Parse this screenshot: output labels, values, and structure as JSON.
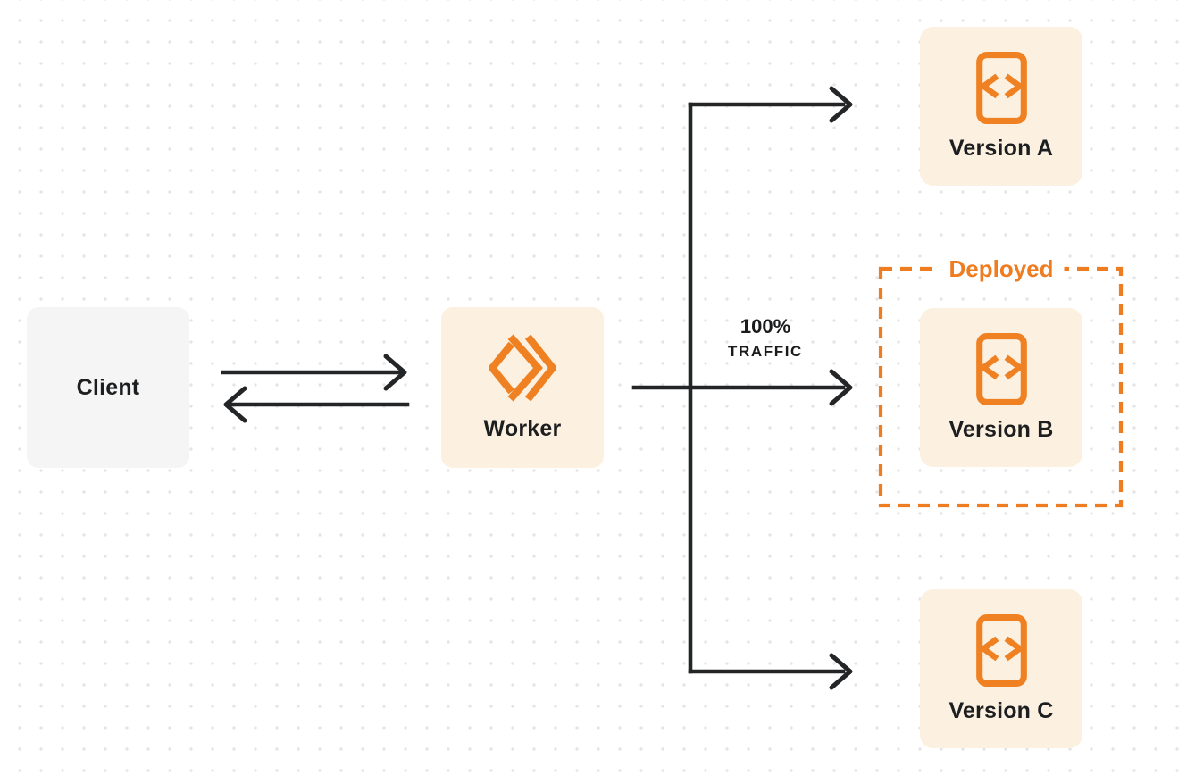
{
  "colors": {
    "accent_orange": "#EF8122",
    "deployed_orange": "#EE7D22",
    "node_fill_cream": "#FCF0E0",
    "node_fill_gray": "#F5F5F6",
    "arrow_black": "#232527",
    "text_dark": "#1D1E20",
    "dot_grid": "#E4E4E7"
  },
  "nodes": {
    "client": {
      "label": "Client"
    },
    "worker": {
      "label": "Worker",
      "icon": "cloudflare-workers-icon"
    },
    "version_a": {
      "label": "Version A",
      "icon": "code-file-icon"
    },
    "version_b": {
      "label": "Version B",
      "icon": "code-file-icon"
    },
    "version_c": {
      "label": "Version C",
      "icon": "code-file-icon"
    }
  },
  "edges": [
    {
      "from": "client",
      "to": "worker",
      "type": "request-arrow"
    },
    {
      "from": "worker",
      "to": "client",
      "type": "response-arrow"
    },
    {
      "from": "worker",
      "to": "version_a",
      "type": "arrow"
    },
    {
      "from": "worker",
      "to": "version_b",
      "type": "arrow",
      "label": "100% TRAFFIC"
    },
    {
      "from": "worker",
      "to": "version_c",
      "type": "arrow"
    }
  ],
  "annotations": {
    "deployed_label": "Deployed",
    "traffic_line1": "100%",
    "traffic_line2": "TRAFFIC"
  }
}
